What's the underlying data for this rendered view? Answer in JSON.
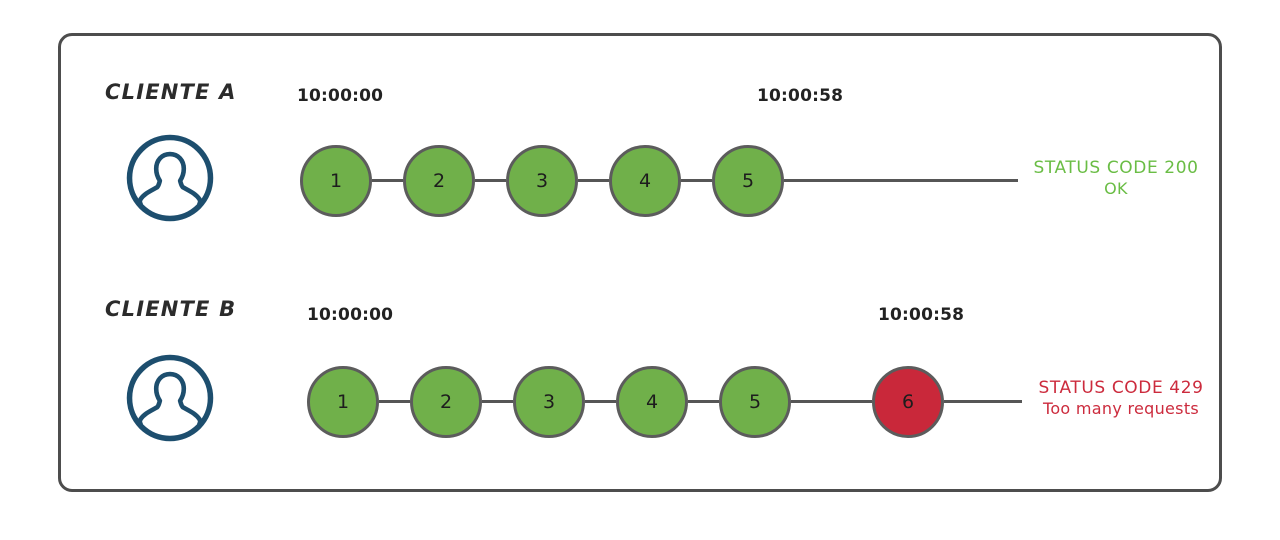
{
  "diagram": {
    "title": "API rate limiting per client timeline",
    "background": "#ffffff",
    "frame": {
      "border_color": "#4d4d4d"
    },
    "palette": {
      "node_green": "#70b04a",
      "node_red": "#c9283a",
      "node_stroke": "#5c5c5c",
      "line": "#565656",
      "avatar": "#1d4e6e",
      "status_ok": "#6abd45",
      "status_error": "#cc2b3d",
      "label_text": "#2b2b2b",
      "timestamp_text": "#222222",
      "node_number_text": "#1d1d1d"
    }
  },
  "rows": [
    {
      "id": "client-a",
      "label": "CLIENTE A",
      "avatar_icon": "user-avatar-icon",
      "start_time": "10:00:00",
      "end_time": "10:00:58",
      "requests": [
        {
          "n": "1",
          "state": "ok"
        },
        {
          "n": "2",
          "state": "ok"
        },
        {
          "n": "3",
          "state": "ok"
        },
        {
          "n": "4",
          "state": "ok"
        },
        {
          "n": "5",
          "state": "ok"
        }
      ],
      "status": {
        "line1": "STATUS CODE 200",
        "line2": "OK",
        "state": "ok"
      }
    },
    {
      "id": "client-b",
      "label": "CLIENTE B",
      "avatar_icon": "user-avatar-icon",
      "start_time": "10:00:00",
      "end_time": "10:00:58",
      "requests": [
        {
          "n": "1",
          "state": "ok"
        },
        {
          "n": "2",
          "state": "ok"
        },
        {
          "n": "3",
          "state": "ok"
        },
        {
          "n": "4",
          "state": "ok"
        },
        {
          "n": "5",
          "state": "ok"
        },
        {
          "n": "6",
          "state": "error"
        }
      ],
      "status": {
        "line1": "STATUS CODE 429",
        "line2": "Too many requests",
        "state": "error"
      }
    }
  ]
}
